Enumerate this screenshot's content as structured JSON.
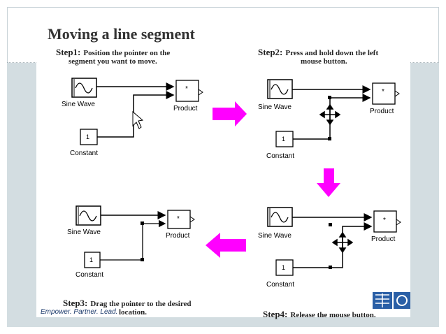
{
  "slide": {
    "title": "Moving a line segment",
    "footer_tagline": "Empower. Partner. Lead.",
    "colors": {
      "arrow": "#ff00ff",
      "band": "#d3dde1",
      "logo": "#2a5fa6"
    }
  },
  "steps": {
    "step1": {
      "label": "Step1:",
      "line1": "Position the pointer on the",
      "line2": "segment you want to move."
    },
    "step2": {
      "label": "Step2:",
      "line1": "Press and hold down the left",
      "line2": "mouse button."
    },
    "step3": {
      "label": "Step3:",
      "text": "Drag the pointer to the desired",
      "text2": "location."
    },
    "step4": {
      "label": "Step4:",
      "text": "Release the mouse button."
    }
  },
  "blocks": {
    "sine": "Sine Wave",
    "product": "Product",
    "constant": "Constant",
    "constant_value": "1",
    "product_symbol": "*"
  },
  "icons": [
    "cursor-arrow-icon",
    "move-cross-icon",
    "right-arrow-icon",
    "down-arrow-icon",
    "left-arrow-icon"
  ]
}
